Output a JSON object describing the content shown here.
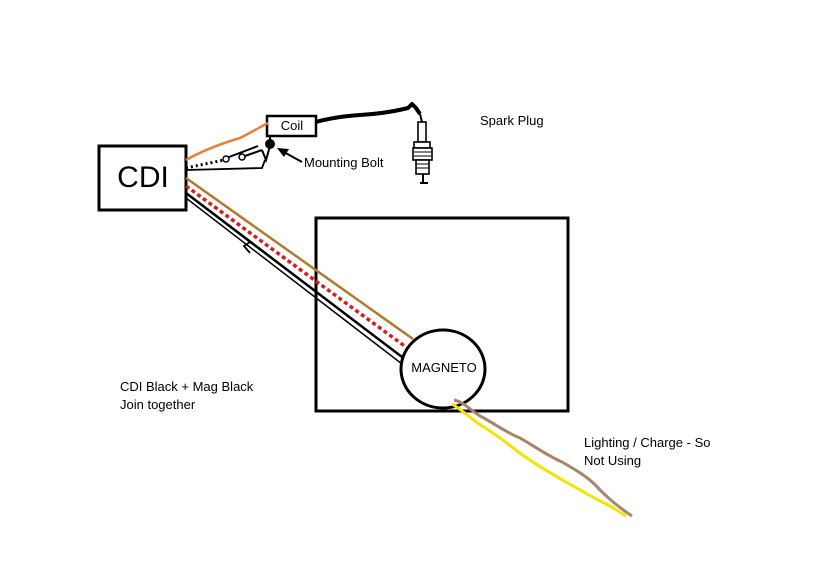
{
  "labels": {
    "cdi": "CDI",
    "coil": "Coil",
    "spark_plug": "Spark Plug",
    "mounting_bolt": "Mounting Bolt",
    "magneto": "MAGNETO",
    "note_join_line1": "CDI Black + Mag Black",
    "note_join_line2": "Join together",
    "note_lighting_line1": "Lighting / Charge - So",
    "note_lighting_line2": "Not Using"
  },
  "colors": {
    "black_wire": "#000000",
    "orange_wire": "#e8803a",
    "brown_wire": "#b07a2a",
    "red_dotted_wire": "#d62020",
    "yellow_wire": "#f2e600",
    "tan_wire": "#a8856a"
  }
}
